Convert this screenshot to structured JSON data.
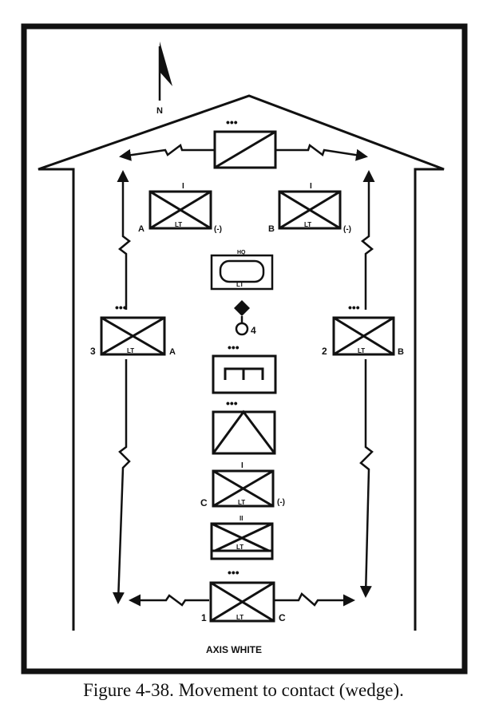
{
  "north_label": "N",
  "units": {
    "top": {
      "echelon": "•••"
    },
    "a_lt": {
      "designation": "A",
      "echelon": "I",
      "inner": "LT",
      "suffix": "(-)"
    },
    "b_lt": {
      "designation": "B",
      "echelon": "I",
      "inner": "LT",
      "suffix": "(-)"
    },
    "hq": {
      "echelon": "HQ",
      "inner": "LT"
    },
    "left_platoon": {
      "number": "3",
      "echelon": "•••",
      "inner": "LT",
      "company": "A"
    },
    "right_platoon": {
      "number": "2",
      "echelon": "•••",
      "inner": "LT",
      "company": "B"
    },
    "point_label": "4",
    "mortar": {
      "echelon": "•••"
    },
    "engineer": {
      "echelon": "•••"
    },
    "c_lt": {
      "designation": "C",
      "echelon": "I",
      "inner": "LT",
      "suffix": "(-)"
    },
    "mech": {
      "echelon": "II",
      "inner": "LT"
    },
    "rear_platoon": {
      "number": "1",
      "echelon": "•••",
      "inner": "LT",
      "company": "C"
    }
  },
  "axis_label": "AXIS WHITE",
  "caption": "Figure 4-38.  Movement to contact (wedge)."
}
